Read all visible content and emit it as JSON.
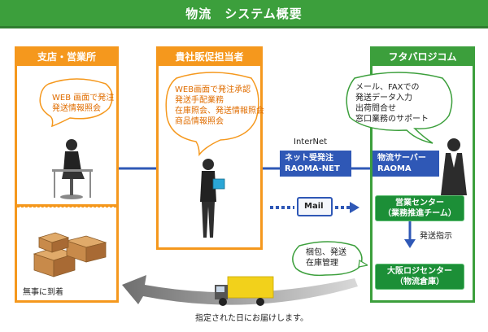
{
  "header": {
    "title": "物流　システム概要"
  },
  "columns": {
    "branch": {
      "title": "支店・営業所",
      "bubble": [
        "WEB 画面で発注",
        "発送情報照会"
      ],
      "delivered": "無事に到着"
    },
    "sales": {
      "title": "貴社販促担当者",
      "bubble": [
        "WEB画面で発注承認",
        "発送手配業務",
        "在庫照会、発送情報照会",
        "商品情報照会"
      ]
    },
    "futaba": {
      "title": "フタバロジコム",
      "bubble": [
        "メール、FAXでの",
        "発送データ入力",
        "出荷問合せ",
        "窓口業務のサポート"
      ],
      "server": [
        "物流サーバー",
        "RAOMA"
      ],
      "sales_center": [
        "営業センター",
        "（業務推進チーム）"
      ],
      "instruction": "発送指示",
      "packing_bubble": [
        "梱包、発送",
        "在庫管理"
      ],
      "osaka_center": [
        "大阪ロジセンター",
        "（物流倉庫）"
      ]
    }
  },
  "network": {
    "internet_label": "InterNet",
    "order_box": [
      "ネット受発注",
      "RAOMA-NET"
    ],
    "mail_label": "Mail"
  },
  "delivery": {
    "caption": "指定された日にお届けします。"
  },
  "colors": {
    "green": "#3c9f3c",
    "orange": "#f5981d",
    "blue": "#2f58b6"
  }
}
